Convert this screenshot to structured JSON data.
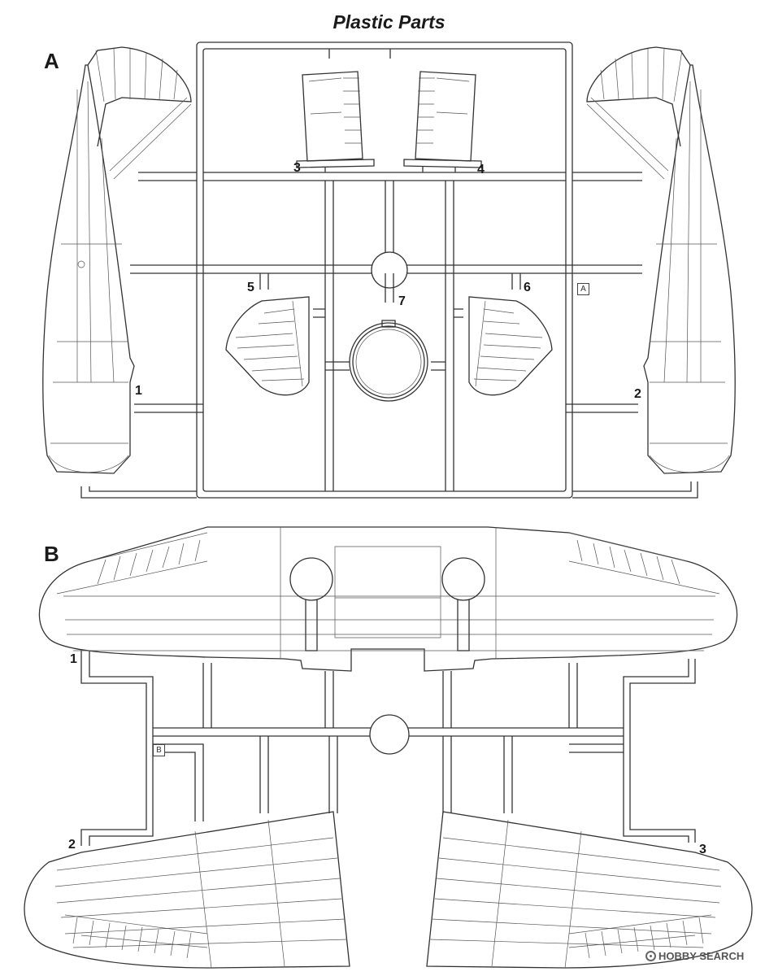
{
  "title": "Plastic Parts",
  "sprues": [
    {
      "letter": "A",
      "tag": "A",
      "parts": [
        "1",
        "2",
        "3",
        "4",
        "5",
        "6",
        "7"
      ]
    },
    {
      "letter": "B",
      "tag": "B",
      "parts": [
        "1",
        "2",
        "3"
      ]
    }
  ],
  "watermark": {
    "text": "HOBBY SEARCH",
    "icon": "hobbysearch-logo-icon"
  }
}
